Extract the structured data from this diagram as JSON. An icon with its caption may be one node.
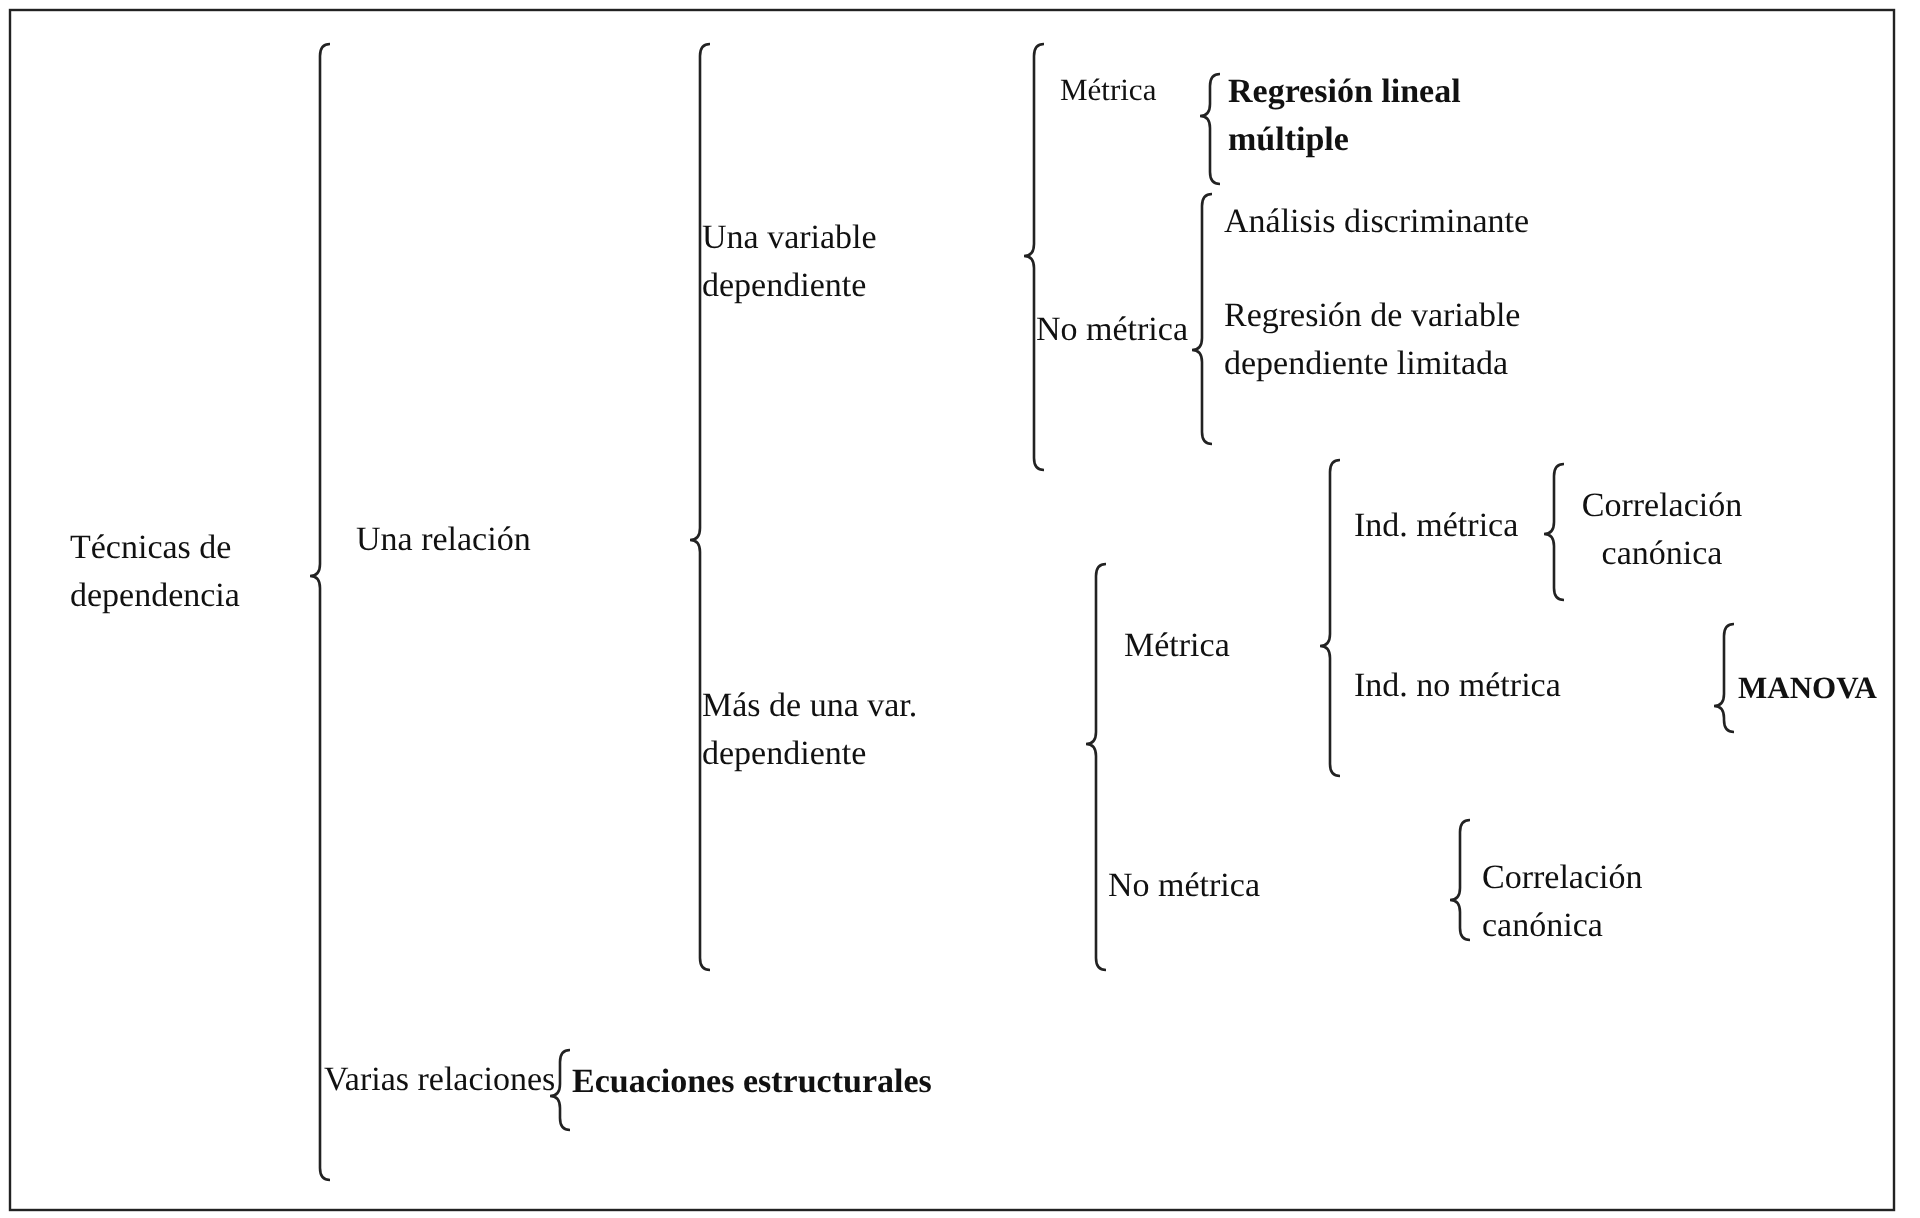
{
  "diagram": {
    "labels": [
      "Técnicas de dependencia",
      "Una relación",
      "Una variable dependiente",
      "Métrica",
      "Regresión lineal múltiple",
      "No métrica",
      "Análisis discriminante",
      "Regresión de variable dependiente limitada",
      "Más de una var. dependiente",
      "Métrica",
      "Ind. métrica",
      "Correlación canónica",
      "Ind. no métrica",
      "MANOVA",
      "No métrica",
      "Correlación canónica",
      "Varias relaciones",
      "Ecuaciones estructurales"
    ]
  }
}
